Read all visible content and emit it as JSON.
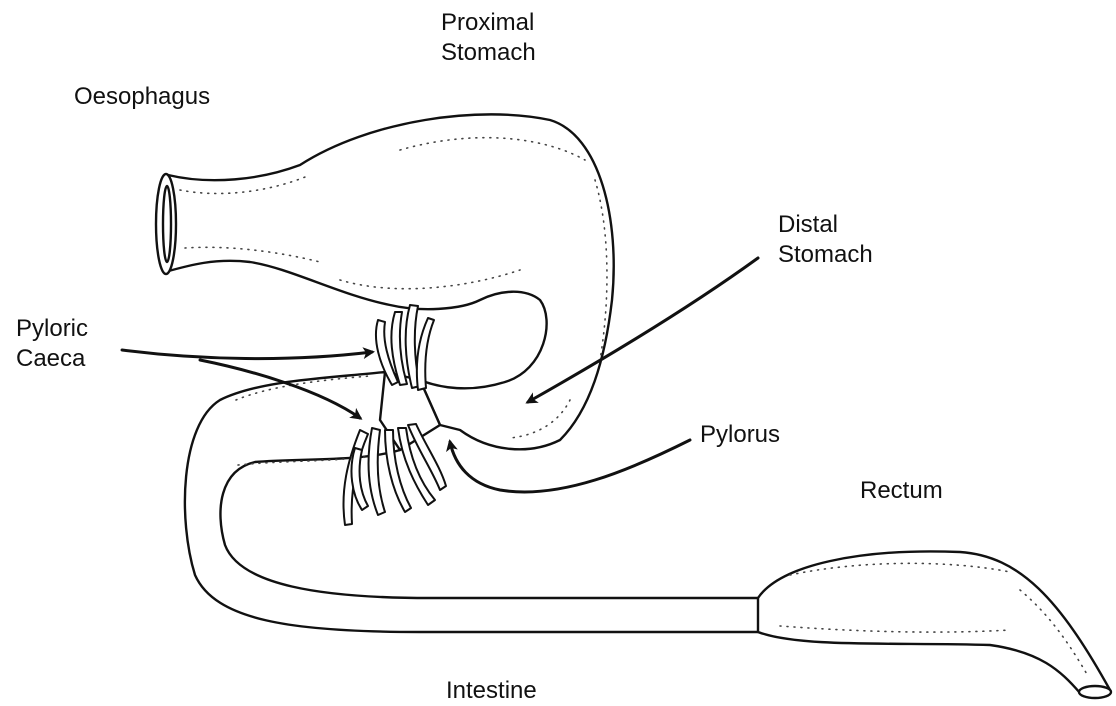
{
  "diagram": {
    "labels": {
      "proximal_stomach": [
        "Proximal",
        "Stomach"
      ],
      "oesophagus": "Oesophagus",
      "distal_stomach": [
        "Distal",
        "Stomach"
      ],
      "pyloric_caeca": [
        "Pyloric",
        "Caeca"
      ],
      "pylorus": "Pylorus",
      "rectum": "Rectum",
      "intestine": "Intestine"
    },
    "colors": {
      "line": "#111111",
      "background": "#ffffff"
    }
  }
}
